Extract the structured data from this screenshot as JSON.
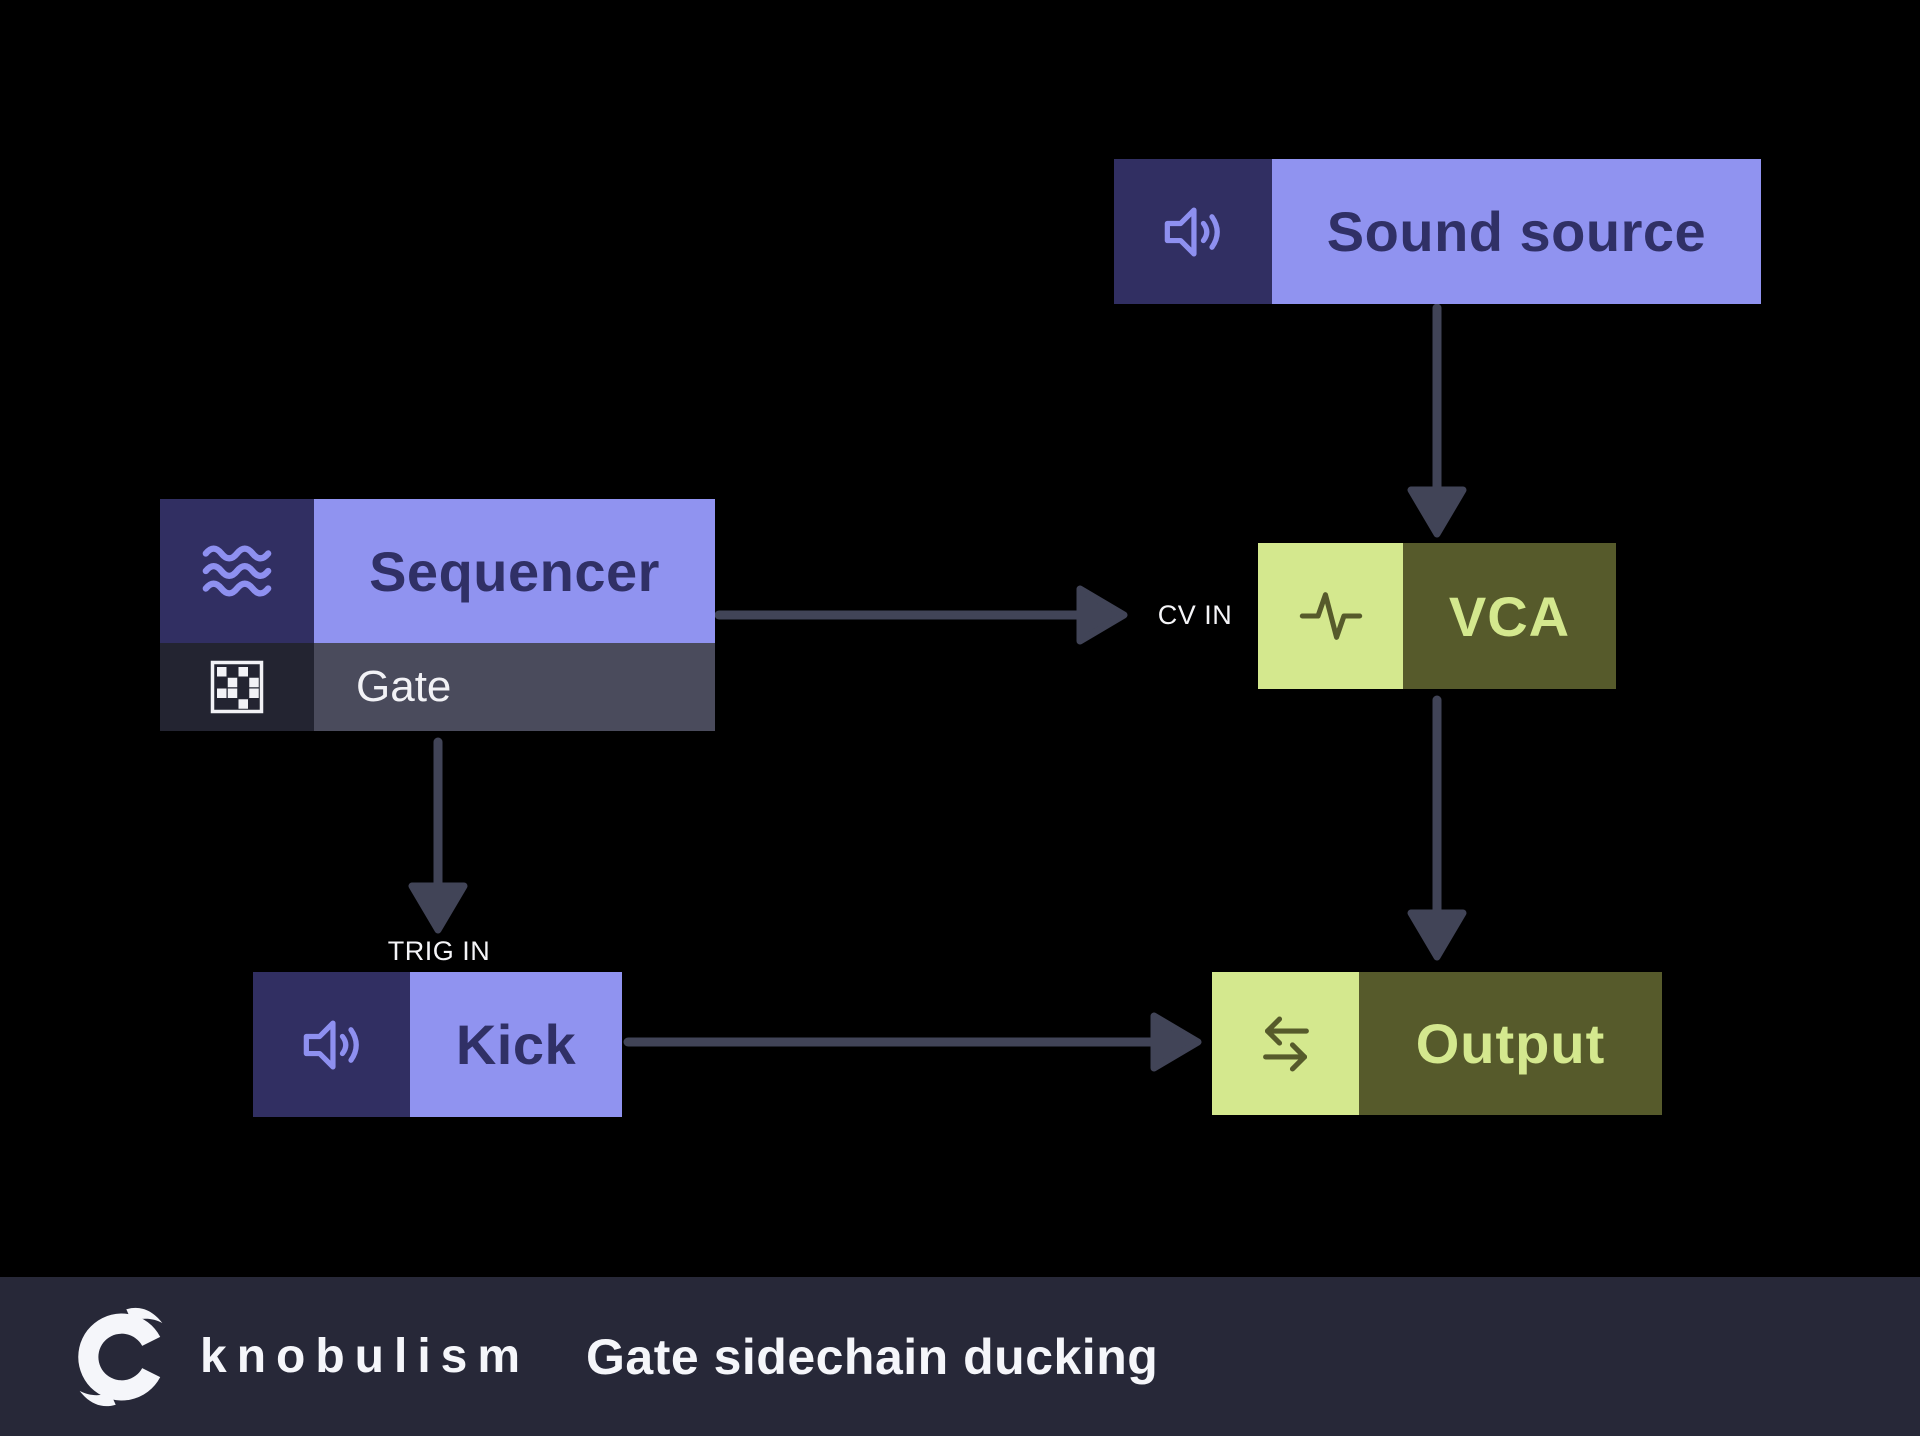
{
  "nodes": {
    "sound_source": {
      "label": "Sound source",
      "icon": "speaker-icon"
    },
    "sequencer": {
      "label": "Sequencer",
      "icon": "waves-icon"
    },
    "gate": {
      "label": "Gate",
      "icon": "dither-pattern-icon"
    },
    "vca": {
      "label": "VCA",
      "icon": "waveform-pulse-icon"
    },
    "kick": {
      "label": "Kick",
      "icon": "speaker-icon"
    },
    "output": {
      "label": "Output",
      "icon": "transfer-arrows-icon"
    }
  },
  "port_labels": {
    "cv_in": "CV IN",
    "trig_in": "TRIG IN"
  },
  "connections": [
    {
      "from": "sound_source",
      "to": "vca"
    },
    {
      "from": "sequencer",
      "to": "vca",
      "port": "CV IN"
    },
    {
      "from": "gate",
      "to": "kick",
      "port": "TRIG IN"
    },
    {
      "from": "vca",
      "to": "output"
    },
    {
      "from": "kick",
      "to": "output"
    }
  ],
  "footer": {
    "brand": "knobulism",
    "brand_icon": "knob-logo-icon",
    "title": "Gate sidechain ducking"
  },
  "colors": {
    "background": "#000000",
    "purple": "#9093f0",
    "navy": "#312f62",
    "navy_text": "#303066",
    "green": "#d4e88e",
    "olive": "#565a2b",
    "gate_row": "#4a4b5c",
    "gate_iconbox": "#232431",
    "arrow": "#414457",
    "footer_bar": "#272838",
    "white_text": "#f5f6fa"
  }
}
